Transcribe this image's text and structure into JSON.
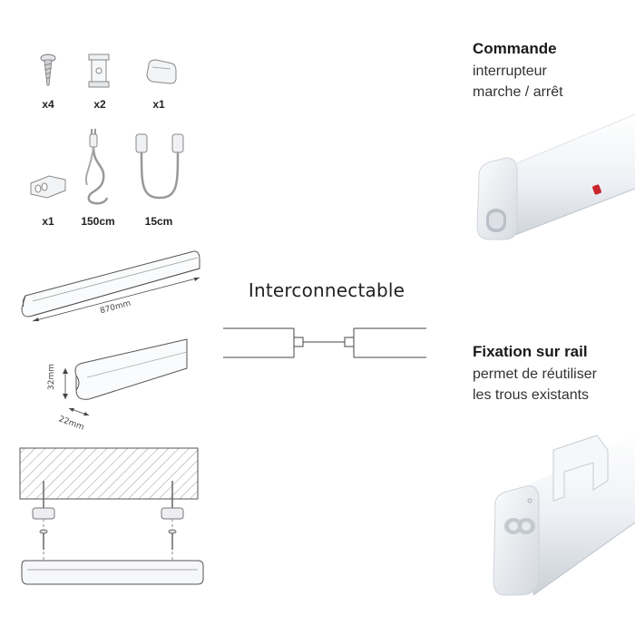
{
  "accessories": {
    "screw_qty": "x4",
    "clip_qty": "x2",
    "endcap_qty": "x1",
    "connector_qty": "x1",
    "cable_length": "150cm",
    "link_length": "15cm"
  },
  "dimensions": {
    "length": "870mm",
    "height": "32mm",
    "depth": "22mm"
  },
  "center": {
    "label": "Interconnectable"
  },
  "features": [
    {
      "title": "Commande",
      "lines": [
        "interrupteur",
        "marche / arrêt"
      ]
    },
    {
      "title": "Fixation sur rail",
      "lines": [
        "permet de réutiliser",
        "les trous existants"
      ]
    }
  ],
  "colors": {
    "line": "#555555",
    "fixture_light": "#f2f4f7",
    "fixture_shadow": "#c9cdd3"
  }
}
